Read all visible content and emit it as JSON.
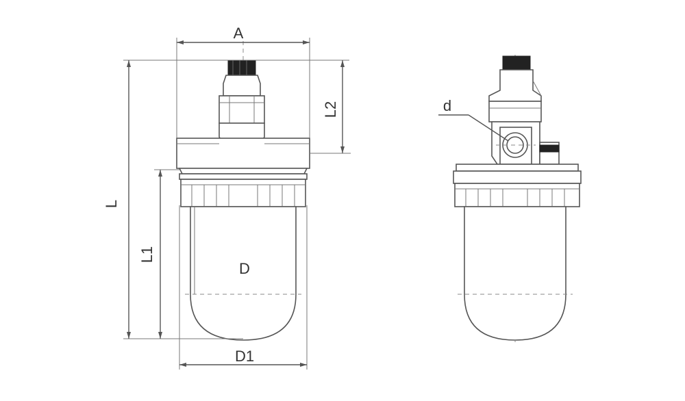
{
  "labels": {
    "A": "A",
    "L": "L",
    "L1": "L1",
    "L2": "L2",
    "D": "D",
    "D1": "D1",
    "d": "d"
  },
  "colors": {
    "line": "#555555",
    "label": "#333333",
    "cap": "#222222",
    "background": "#ffffff"
  }
}
